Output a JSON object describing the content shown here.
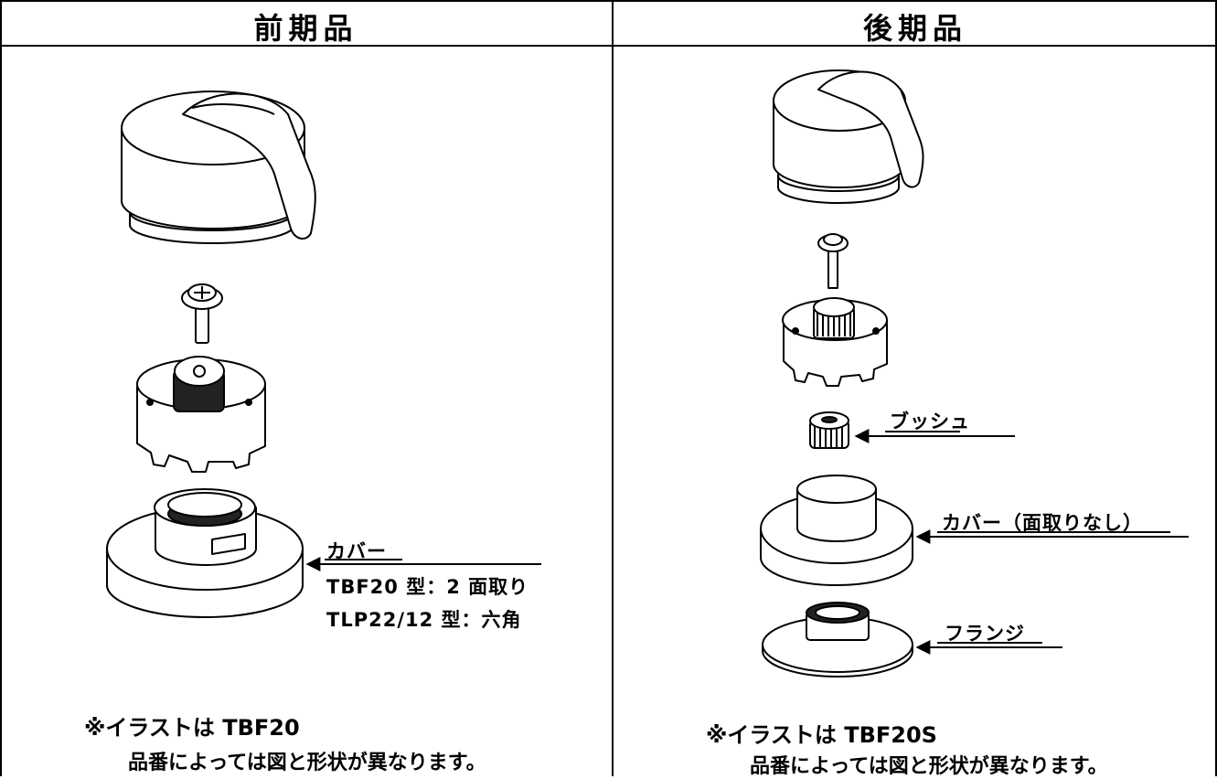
{
  "headers": {
    "left": "前期品",
    "right": "後期品"
  },
  "left": {
    "cover_label": "カバー",
    "cover_line_1": "TBF20 型：2 面取り",
    "cover_line_2": "TLP22/12 型：六角",
    "note_1": "※イラストは TBF20",
    "note_2": "品番によっては図と形状が異なります。"
  },
  "right": {
    "bush_label": "ブッシュ",
    "cover_label": "カバー（面取りなし）",
    "flange_label": "フランジ",
    "note_1": "※イラストは TBF20S",
    "note_2": "品番によっては図と形状が異なります。"
  }
}
